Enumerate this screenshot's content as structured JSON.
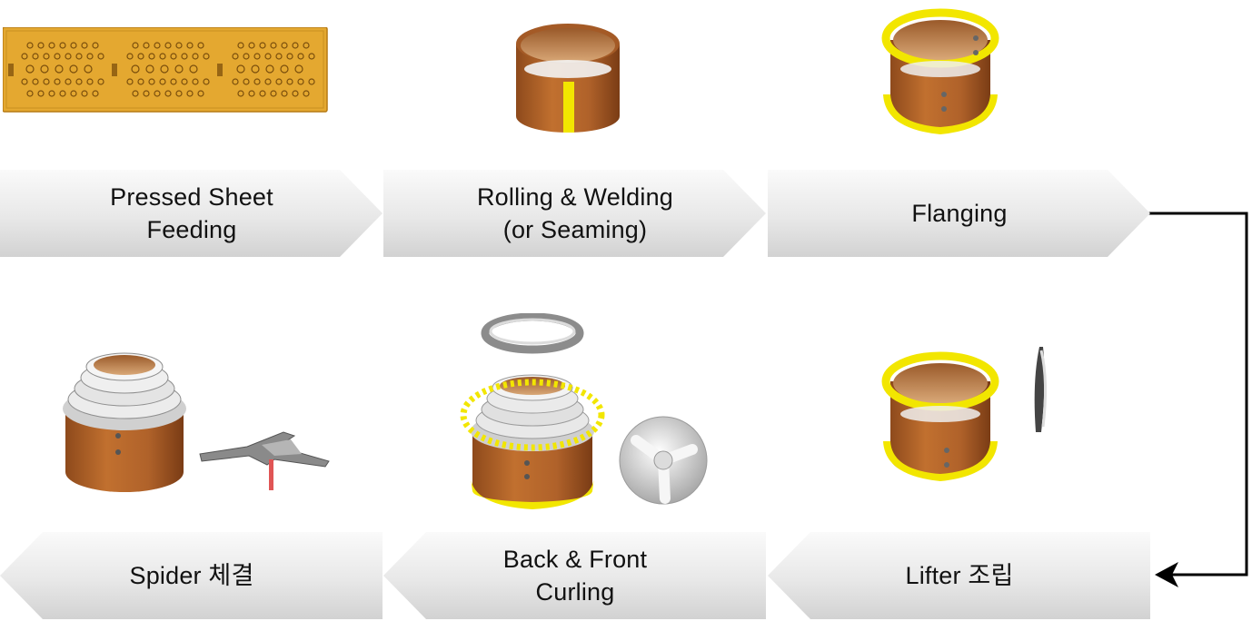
{
  "steps": [
    {
      "label": "Pressed Sheet\nFeeding"
    },
    {
      "label": "Rolling & Welding\n(or Seaming)"
    },
    {
      "label": "Flanging"
    },
    {
      "label": "Lifter 조립"
    },
    {
      "label": "Back & Front\nCurling"
    },
    {
      "label": "Spider 체결"
    }
  ],
  "colors": {
    "arrow_fill_light": "#f4f4f4",
    "arrow_fill_dark": "#d6d6d6",
    "drum_brown": "#b8632b",
    "flange_yellow": "#f2e600",
    "sheet_gold": "#e4a830",
    "connector": "#000000"
  }
}
